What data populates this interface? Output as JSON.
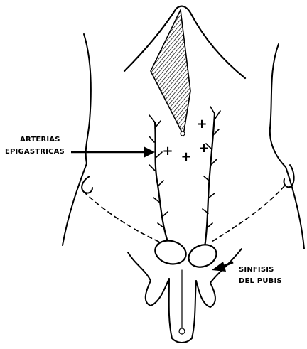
{
  "labels": {
    "arteries_line1": "ARTERIAS",
    "arteries_line2": "EPIGASTRICAS",
    "pubis_line1": "SINFISIS",
    "pubis_line2": "DEL PUBIS"
  },
  "markers": {
    "plus": "+"
  }
}
